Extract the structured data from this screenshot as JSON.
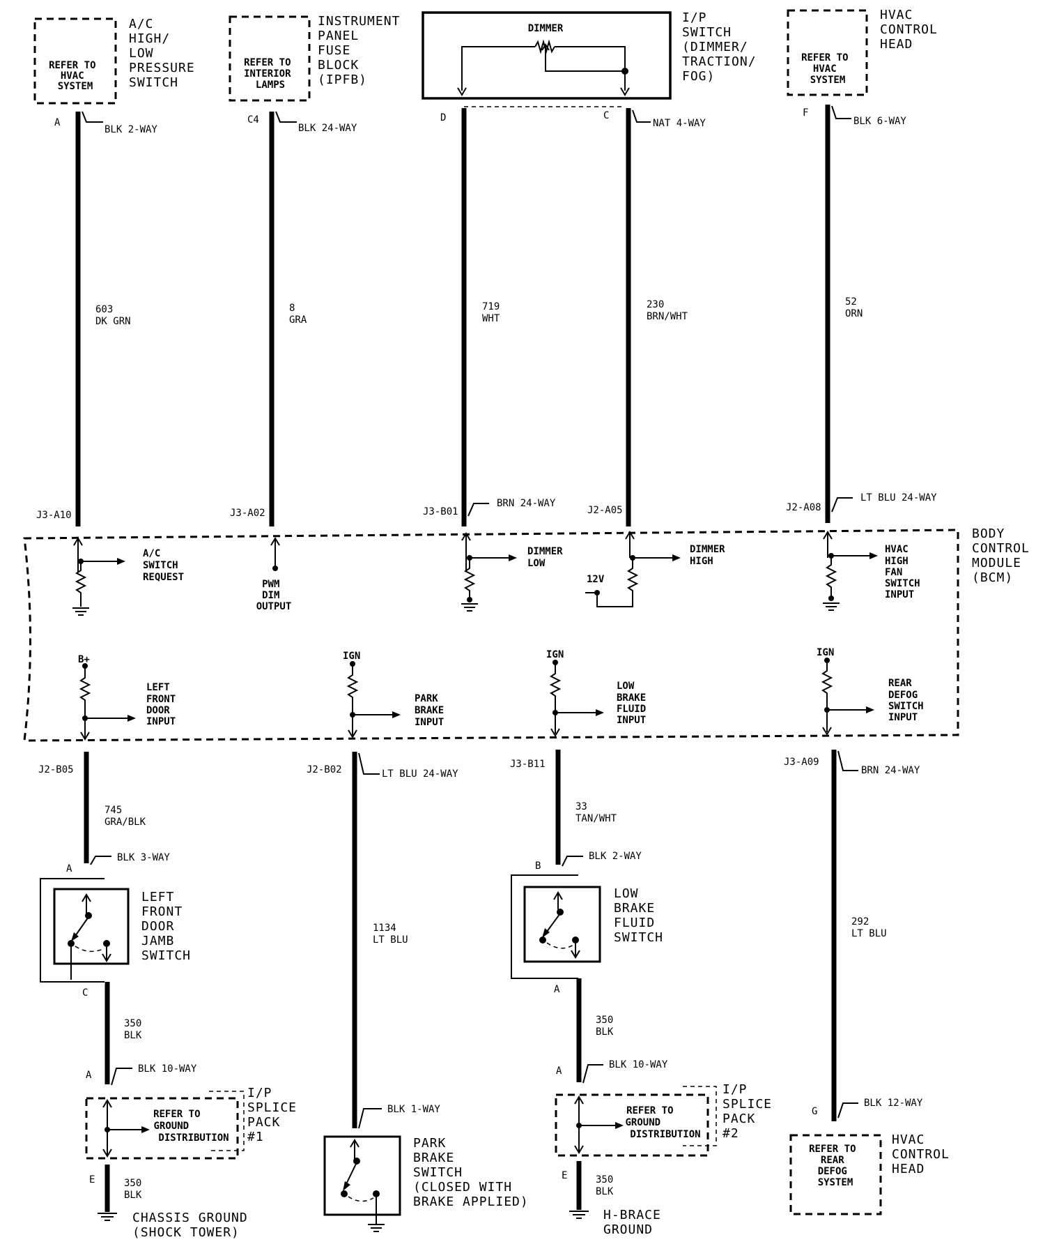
{
  "components": {
    "ac_switch": {
      "ref": [
        "REFER TO",
        "HVAC",
        "SYSTEM"
      ],
      "title": [
        "A/C",
        "HIGH/",
        "LOW",
        "PRESSURE",
        "SWITCH"
      ]
    },
    "ipfb": {
      "ref": [
        "REFER TO",
        "INTERIOR",
        "LAMPS"
      ],
      "title": [
        "INSTRUMENT",
        "PANEL",
        "FUSE",
        "BLOCK",
        "(IPFB)"
      ]
    },
    "ip_switch": {
      "dimmer": "DIMMER",
      "title": [
        "I/P",
        "SWITCH",
        "(DIMMER/",
        "TRACTION/",
        "FOG)"
      ]
    },
    "hvac_top": {
      "ref": [
        "REFER TO",
        "HVAC",
        "SYSTEM"
      ],
      "title": [
        "HVAC",
        "CONTROL",
        "HEAD"
      ]
    },
    "bcm": {
      "title": [
        "BODY",
        "CONTROL",
        "MODULE",
        "(BCM)"
      ]
    },
    "door_switch": {
      "title": [
        "LEFT",
        "FRONT",
        "DOOR",
        "JAMB",
        "SWITCH"
      ]
    },
    "park_switch": {
      "title": [
        "PARK",
        "BRAKE",
        "SWITCH",
        "(CLOSED WITH",
        "BRAKE APPLIED)"
      ]
    },
    "fluid_switch": {
      "title": [
        "LOW",
        "BRAKE",
        "FLUID",
        "SWITCH"
      ]
    },
    "splice1": {
      "ref": [
        "REFER TO",
        "GROUND",
        "DISTRIBUTION"
      ],
      "title": [
        "I/P",
        "SPLICE",
        "PACK",
        "#1"
      ]
    },
    "splice2": {
      "ref": [
        "REFER TO",
        "GROUND",
        "DISTRIBUTION"
      ],
      "title": [
        "I/P",
        "SPLICE",
        "PACK",
        "#2"
      ]
    },
    "hvac_bottom": {
      "ref": [
        "REFER TO",
        "REAR",
        "DEFOG",
        "SYSTEM"
      ],
      "title": [
        "HVAC",
        "CONTROL",
        "HEAD"
      ]
    },
    "chassis_ground": [
      "CHASSIS GROUND",
      "(SHOCK TOWER)"
    ],
    "hbrace_ground": [
      "H-BRACE",
      "GROUND"
    ]
  },
  "pins": {
    "c1_top": "A",
    "c2_top": "C4",
    "c3_top": "D",
    "c4_top": "C",
    "c5_top": "F",
    "c1_bcm": "J3-A10",
    "c2_bcm": "J3-A02",
    "c3_bcm": "J3-B01",
    "c4_bcm": "J2-A05",
    "c5_bcm": "J2-A08",
    "b1_bcm": "J2-B05",
    "b2_bcm": "J2-B02",
    "b3_bcm": "J3-B11",
    "b4_bcm": "J3-A09",
    "b1_door_in": "A",
    "b1_door_out": "C",
    "b1_splice_in": "A",
    "b1_splice_out": "E",
    "b3_fluid_in": "B",
    "b3_fluid_out": "A",
    "b3_splice_in": "A",
    "b3_splice_out": "E",
    "b4_head": "G"
  },
  "connectors": {
    "c1_top": "BLK 2-WAY",
    "c2_top": "BLK 24-WAY",
    "c4_top": "NAT 4-WAY",
    "c5_top": "BLK 6-WAY",
    "c3_bcm": "BRN 24-WAY",
    "c5_bcm": "LT BLU 24-WAY",
    "b2_bcm": "LT BLU 24-WAY",
    "b4_bcm": "BRN 24-WAY",
    "b1_door": "BLK 3-WAY",
    "b1_splice": "BLK 10-WAY",
    "b2_park": "BLK 1-WAY",
    "b3_fluid": "BLK 2-WAY",
    "b3_splice": "BLK 10-WAY",
    "b4_head": "BLK 12-WAY"
  },
  "wires": {
    "c1": [
      "603",
      "DK GRN"
    ],
    "c2": [
      "8",
      "GRA"
    ],
    "c3": [
      "719",
      "WHT"
    ],
    "c4": [
      "230",
      "BRN/WHT"
    ],
    "c5": [
      "52",
      "ORN"
    ],
    "b1": [
      "745",
      "GRA/BLK"
    ],
    "b1_low": [
      "350",
      "BLK"
    ],
    "b1_gnd": [
      "350",
      "BLK"
    ],
    "b2": [
      "1134",
      "LT BLU"
    ],
    "b3": [
      "33",
      "TAN/WHT"
    ],
    "b3_low": [
      "350",
      "BLK"
    ],
    "b3_gnd": [
      "350",
      "BLK"
    ],
    "b4": [
      "292",
      "LT BLU"
    ]
  },
  "bcm_circuits": {
    "ac_request": [
      "A/C",
      "SWITCH",
      "REQUEST"
    ],
    "pwm": [
      "PWM",
      "DIM",
      "OUTPUT"
    ],
    "dimmer_low": [
      "DIMMER",
      "LOW"
    ],
    "dimmer_high": [
      "DIMMER",
      "HIGH"
    ],
    "v12": "12V",
    "hvac_fan": [
      "HVAC",
      "HIGH",
      "FAN",
      "SWITCH",
      "INPUT"
    ],
    "b_plus": "B+",
    "ign1": "IGN",
    "ign2": "IGN",
    "ign3": "IGN",
    "left_door": [
      "LEFT",
      "FRONT",
      "DOOR",
      "INPUT"
    ],
    "park_brake": [
      "PARK",
      "BRAKE",
      "INPUT"
    ],
    "low_fluid": [
      "LOW",
      "BRAKE",
      "FLUID",
      "INPUT"
    ],
    "rear_defog": [
      "REAR",
      "DEFOG",
      "SWITCH",
      "INPUT"
    ]
  }
}
